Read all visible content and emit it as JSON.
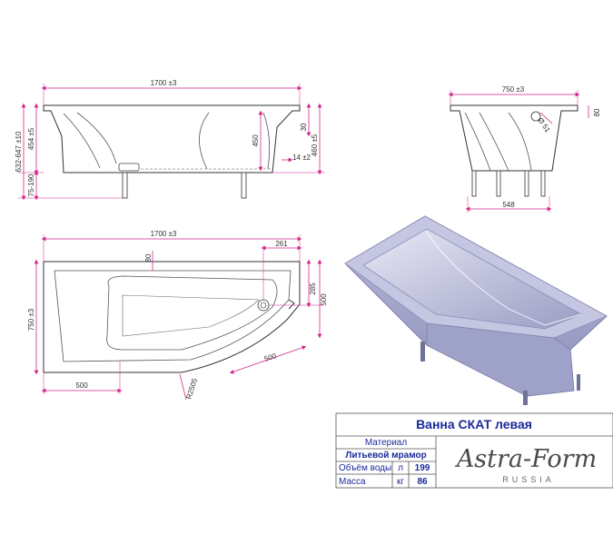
{
  "product": {
    "title": "Ванна СКАТ левая",
    "material_label": "Материал",
    "material_value": "Литьевой мрамор",
    "volume_label": "Объём воды",
    "volume_unit": "л",
    "volume_value": "199",
    "mass_label": "Масса",
    "mass_unit": "кг",
    "mass_value": "86"
  },
  "brand": {
    "logo_text": "Astra-Form",
    "logo_sub": "RUSSIA"
  },
  "dimensions": {
    "front": {
      "length": "1700 ±3",
      "total_height": "632-647 ±10",
      "body_height": "454 ±5",
      "legs": "75-190",
      "inner_depth": "450",
      "rim_30": "30",
      "overflow": "460 ±5",
      "step": "14 ±2"
    },
    "side": {
      "width": "750 ±3",
      "rim": "80",
      "drain": "Ø 51",
      "feet_span": "548"
    },
    "top": {
      "length": "1700 ±3",
      "width": "750 ±3",
      "rim": "80",
      "drain_offset": "261",
      "drain_depth": "285",
      "right_width": "500",
      "bottom_left": "500",
      "diagonal": "500",
      "radius": "R2505"
    }
  },
  "colors": {
    "dim_line": "#d4258c",
    "outline": "#333333",
    "title_text": "#1a2a9a",
    "render_body": "#a7a9cc"
  }
}
